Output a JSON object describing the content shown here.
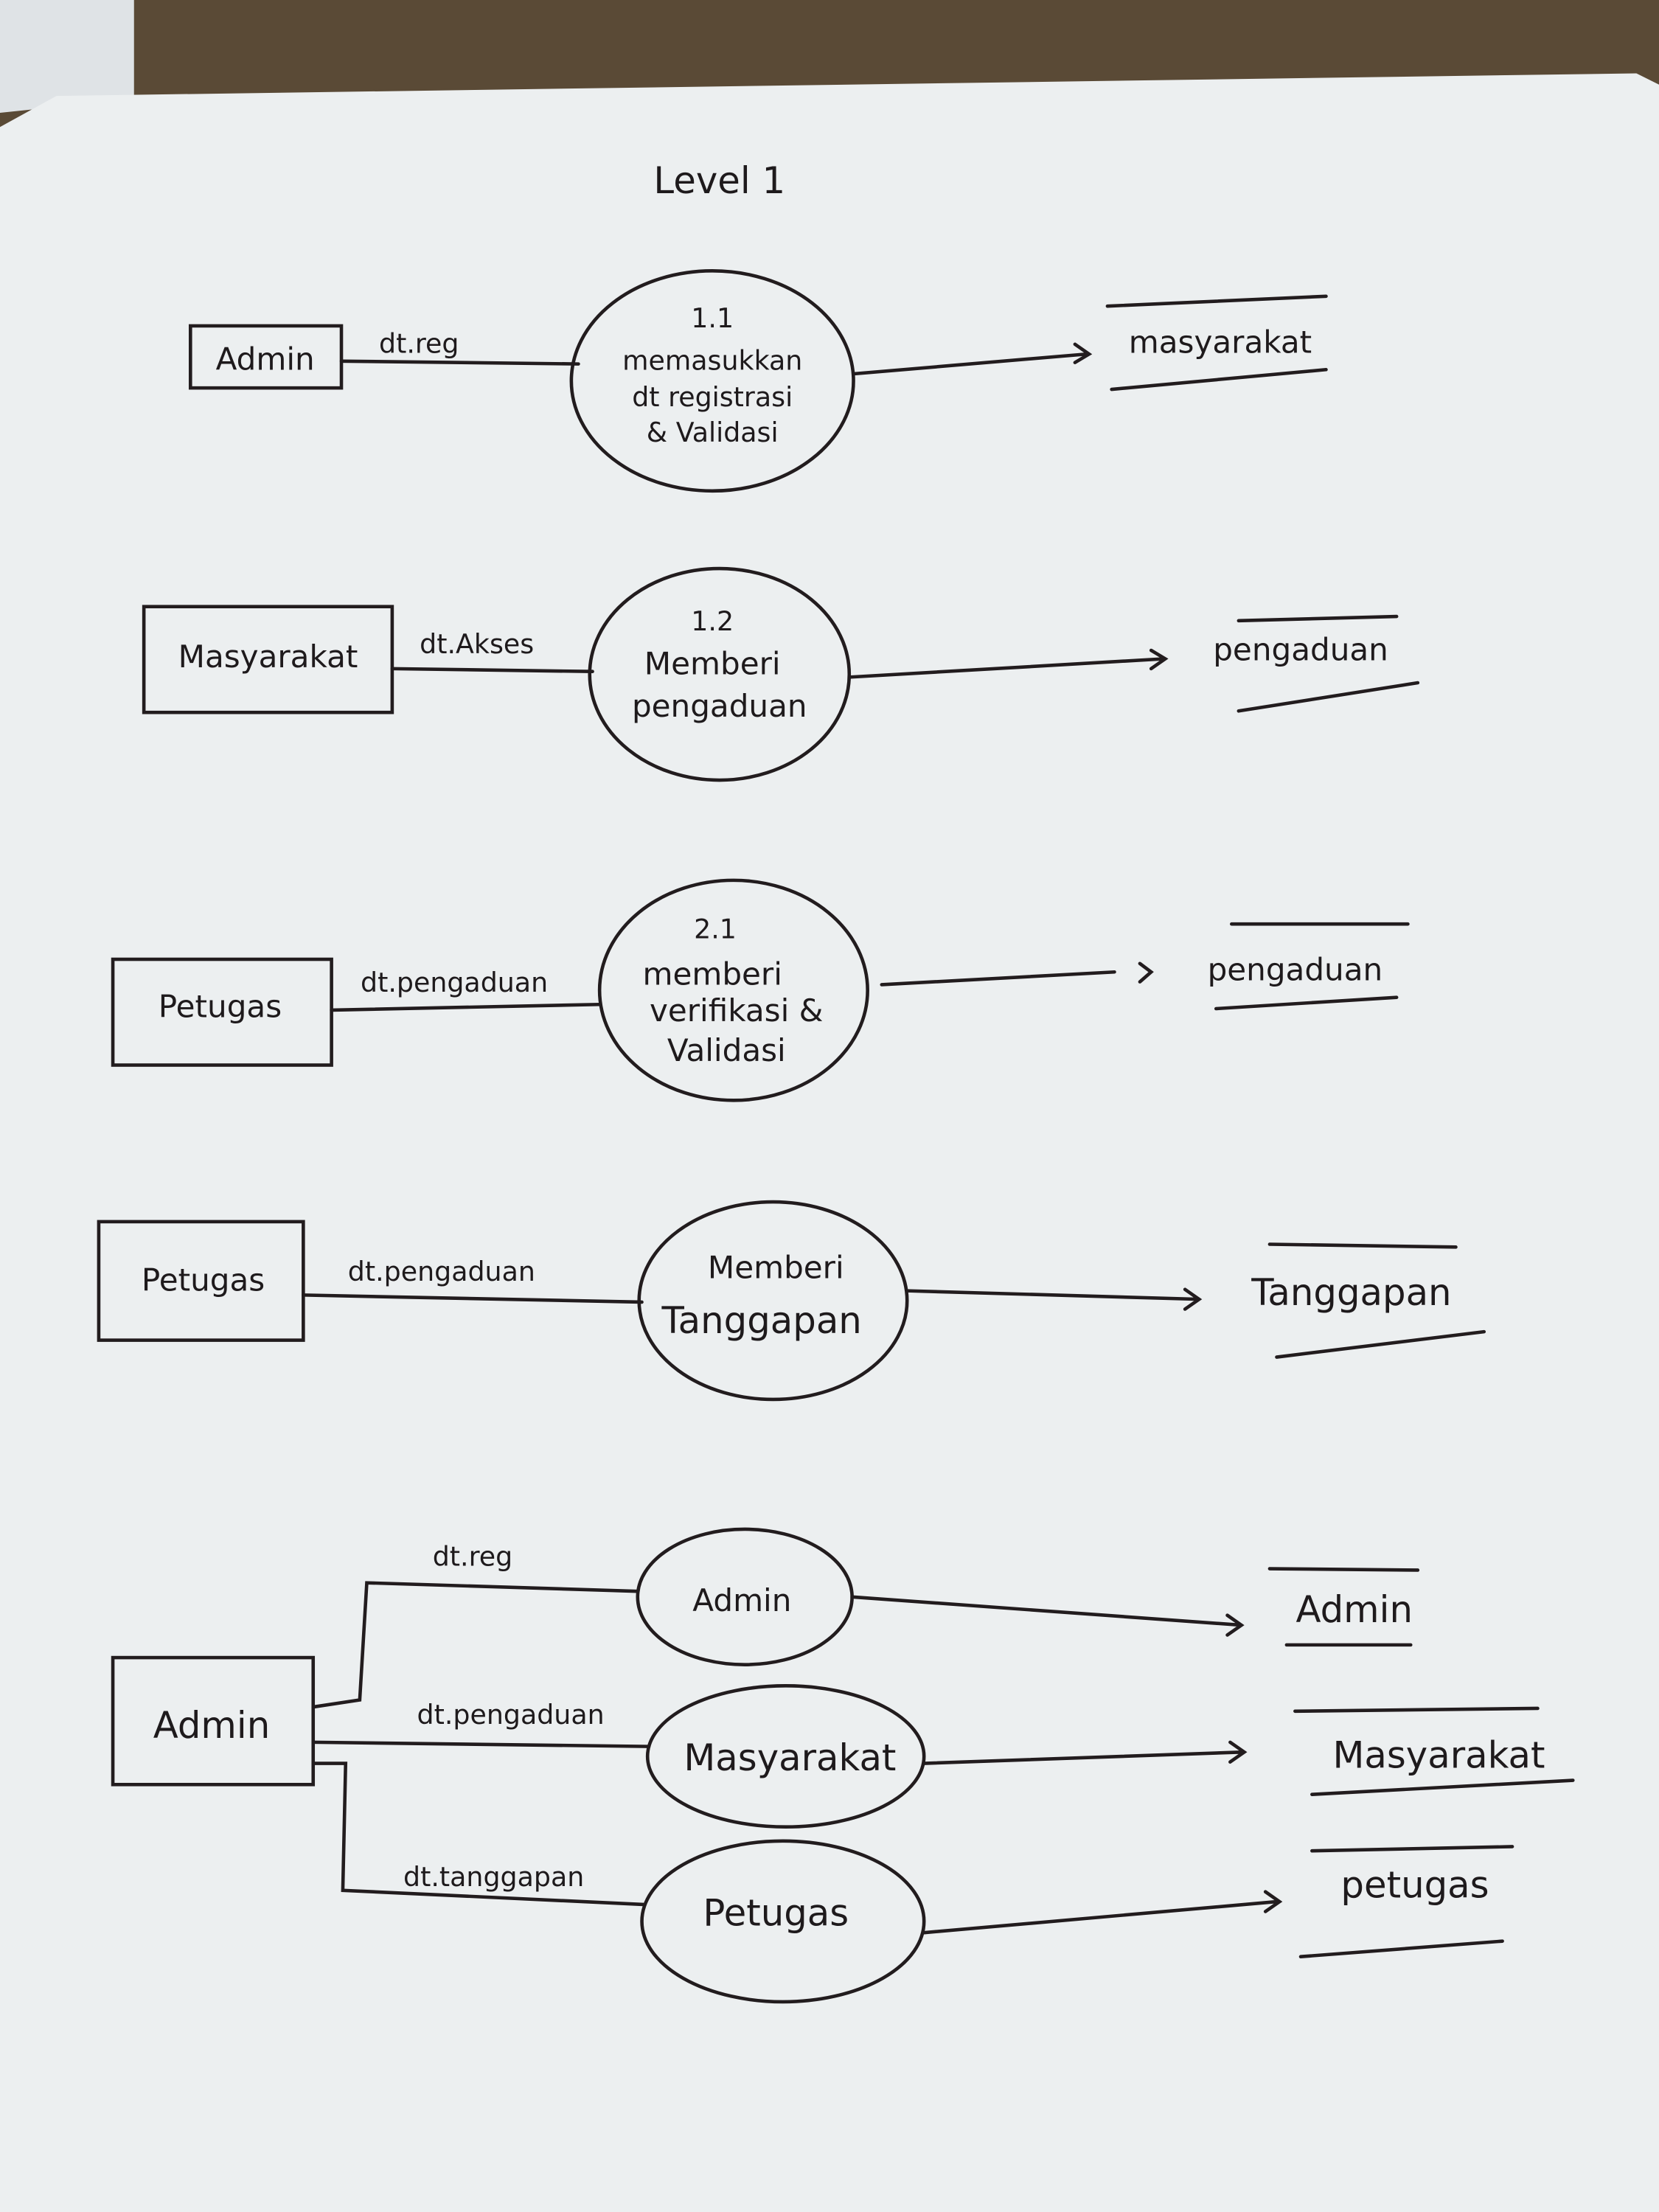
{
  "title": "Level 1",
  "rows": [
    {
      "entity": "Admin",
      "flow": "dt.reg",
      "process": [
        "1.1",
        "memasukkan",
        "dt registrasi",
        "& Validasi"
      ],
      "store": "masyarakat"
    },
    {
      "entity": "Masyarakat",
      "flow": "dt.Akses",
      "process": [
        "1.2",
        "Memberi",
        "pengaduan"
      ],
      "store": "pengaduan"
    },
    {
      "entity": "Petugas",
      "flow": "dt.pengaduan",
      "process": [
        "2.1",
        "memberi",
        "verifikasi &",
        "Validasi"
      ],
      "store": "pengaduan"
    },
    {
      "entity": "Petugas",
      "flow": "dt.pengaduan",
      "process": [
        "Memberi",
        "Tanggapan"
      ],
      "store": "Tanggapan"
    }
  ],
  "bottom": {
    "entity": "Admin",
    "branches": [
      {
        "flow": "dt.reg",
        "process": "Admin",
        "store": "Admin"
      },
      {
        "flow": "dt.pengaduan",
        "process": "Masyarakat",
        "store": "Masyarakat"
      },
      {
        "flow": "dt.tanggapan",
        "process": "Petugas",
        "store": "petugas"
      }
    ]
  },
  "colors": {
    "paper": "#eef0f1",
    "ink": "#221c1e",
    "background": "#5a4a36"
  }
}
